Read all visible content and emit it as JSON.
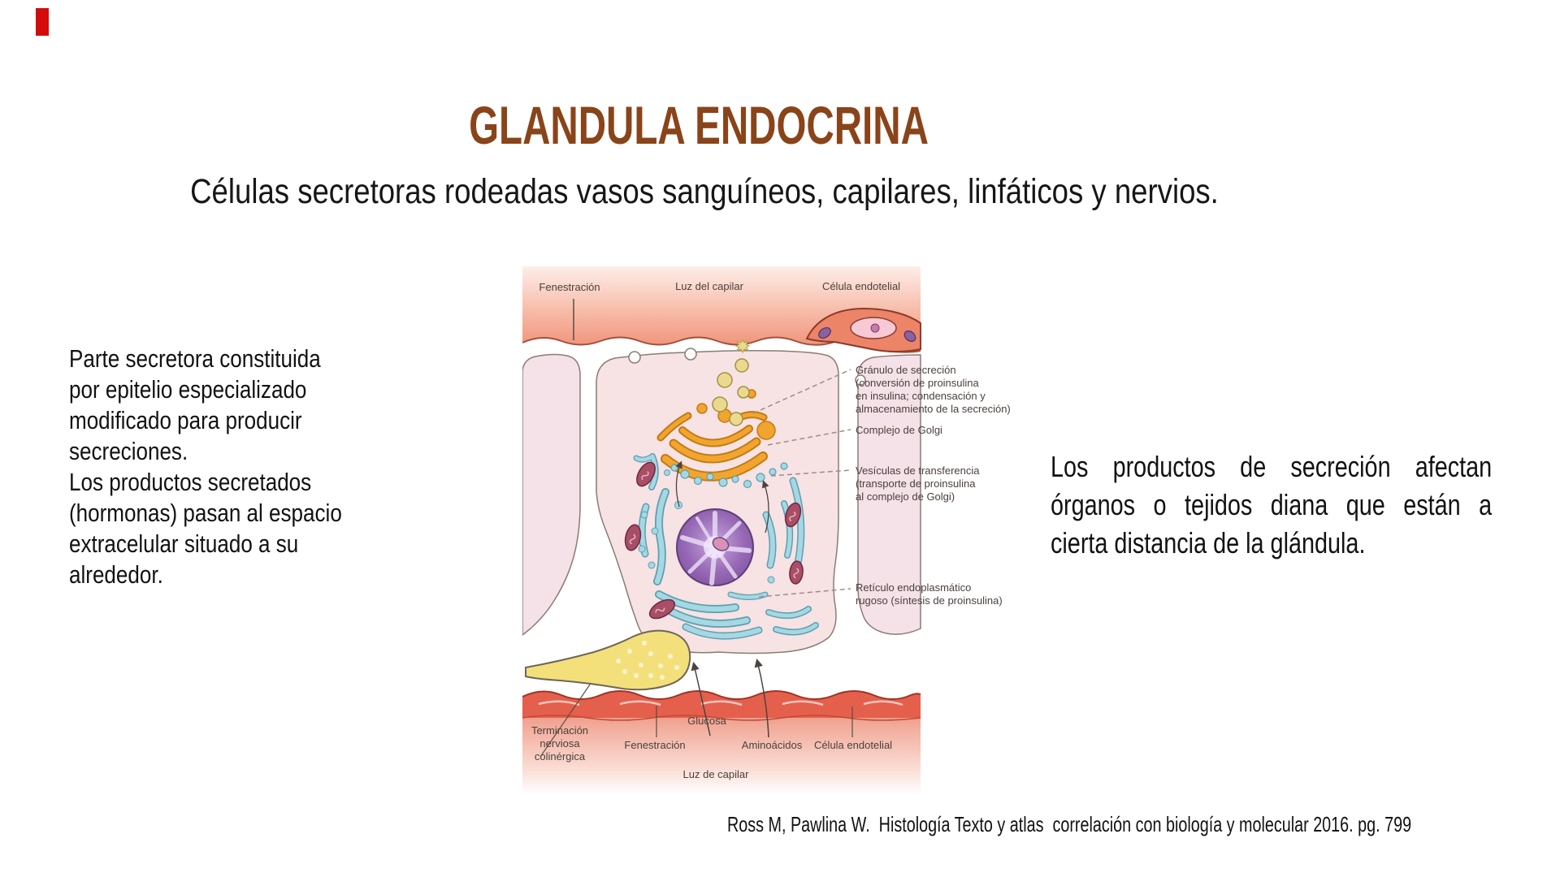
{
  "slide": {
    "accent_bar_color": "#d40b0b",
    "title": "GLANDULA ENDOCRINA",
    "title_color": "#8a4419",
    "subtitle": "Células secretoras rodeadas vasos sanguíneos, capilares, linfáticos y nervios.",
    "left_paragraph": "Parte secretora constituida\npor epitelio especializado\nmodificado para producir\nsecreciones.\nLos productos secretados\n(hormonas) pasan al espacio\nextracelular situado a su\nalrededor.",
    "right_paragraph_lines": [
      "Los productos de secreción afectan",
      "órganos o tejidos diana que están a",
      "cierta distancia de la glándula."
    ],
    "citation": "Ross M, Pawlina W.  Histología Texto y atlas  correlación con biología y molecular 2016. pg. 799"
  },
  "diagram": {
    "top_labels": {
      "fenestracion": "Fenestración",
      "luz_del_capilar": "Luz del capilar",
      "celula_endotelial": "Célula endotelial"
    },
    "right_labels": {
      "granulo": "Gránulo de secreción\n(conversión de proinsulina\nen insulina; condensación y\nalmacenamiento de la secreción)",
      "golgi": "Complejo de Golgi",
      "vesiculas": "Vesículas de transferencia\n(transporte de proinsulina\nal complejo de Golgi)",
      "reticulo": "Retículo endoplasmático\nrugoso (síntesis de proinsulina)"
    },
    "bottom_labels": {
      "terminacion": "Terminación\nnerviosa\ncolinérgica",
      "fenestracion": "Fenestración",
      "glucosa": "Glucosa",
      "aminoacidos": "Aminoácidos",
      "celula_endotelial": "Célula endotelial",
      "luz_de_capilar": "Luz de capilar"
    },
    "colors": {
      "capillary_top": "#ef8d74",
      "capillary_band": "#e4604c",
      "cell_fill": "#f6e2e6",
      "golgi_orange": "#f2a52e",
      "granule_yellow": "#ead98f",
      "er_blue": "#a5d8e2",
      "nucleus_purple": "#9668b5",
      "nerve_terminal_yellow": "#f4e07a",
      "mitochondria_maroon": "#a84e66",
      "label_text": "#4a413c"
    }
  }
}
